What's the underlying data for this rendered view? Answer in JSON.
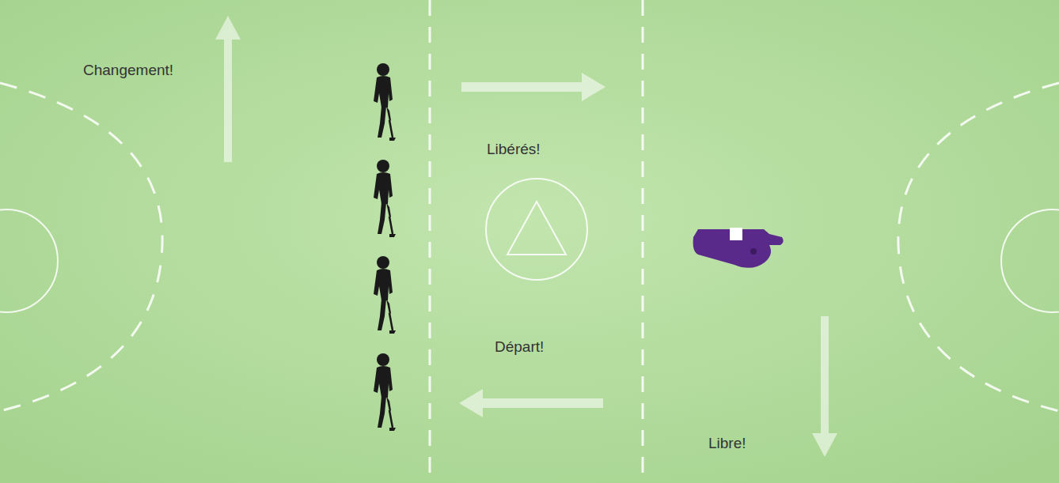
{
  "diagram": {
    "labels": [
      "Changement!",
      "Libérés!",
      "Départ!",
      "Libre!"
    ]
  }
}
